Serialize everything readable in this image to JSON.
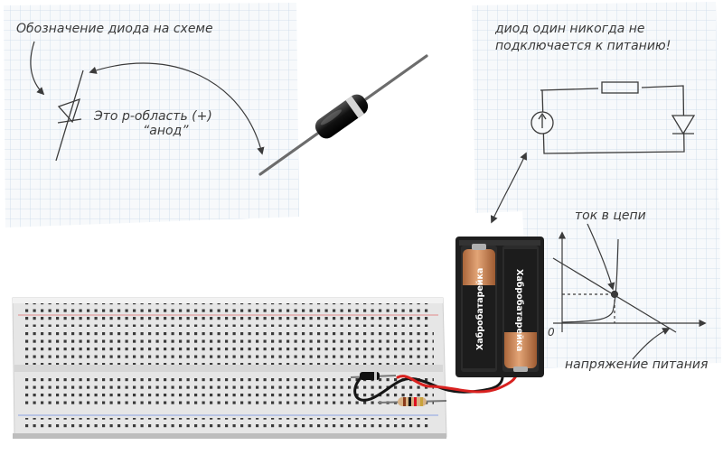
{
  "notes": {
    "symbol_caption": "Обозначение диода на схеме",
    "anode_line1": "Это p-область (+)",
    "anode_line2": "“анод”",
    "warning_line1": "диод один никогда не",
    "warning_line2": "подключается к питанию!",
    "current_label": "ток в цепи",
    "voltage_label": "напряжение питания",
    "origin_label": "0"
  },
  "battery": {
    "brand_left": "Хабробатарейка",
    "brand_right": "Хабробатарейка"
  },
  "colors": {
    "paper": "#f7f9fb",
    "grid": "#c9d9ea",
    "ink": "#3b3b3b",
    "breadboard": "#e8e8e8",
    "battery_holder": "#1e1e1e",
    "cell_copper": "#c8824a",
    "wire_red": "#d8211f",
    "wire_black": "#151515"
  }
}
